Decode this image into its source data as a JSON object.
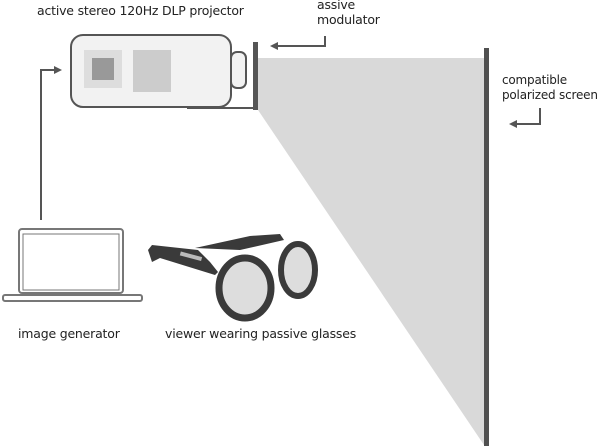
{
  "labels": {
    "projector": "active stereo 120Hz DLP projector",
    "modulator_line1": "assive",
    "modulator_line2": "modulator",
    "screen_line1": "compatible",
    "screen_line2": "polarized screen",
    "image_generator": "image generator",
    "viewer": "viewer wearing passive glasses"
  },
  "colors": {
    "beam": "#d9d9d9",
    "lines": "#555555",
    "screen": "#505050"
  }
}
